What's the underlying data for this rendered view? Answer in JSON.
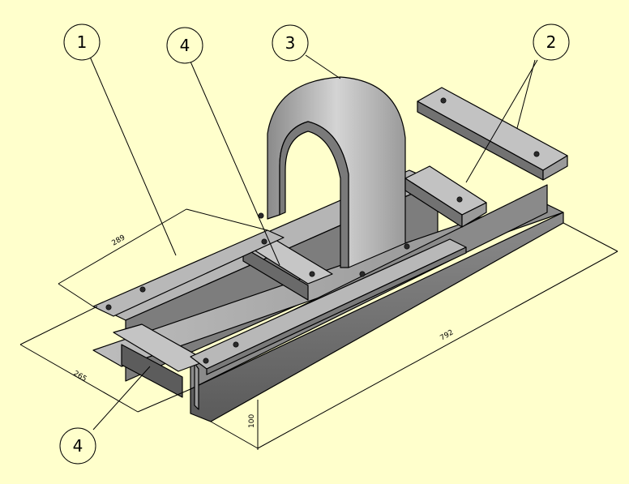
{
  "balloons": [
    {
      "label": "1"
    },
    {
      "label": "4"
    },
    {
      "label": "3"
    },
    {
      "label": "2"
    },
    {
      "label": "4"
    }
  ],
  "dimensions": {
    "inner_length": "289",
    "width": "265",
    "length": "792",
    "height": "100"
  },
  "colors": {
    "background": "#ffffcc",
    "metal_light": "#c8c8c8",
    "metal_mid": "#a0a0a0",
    "metal_dark": "#6e6e6e",
    "metal_shadow": "#4a4a4a"
  }
}
